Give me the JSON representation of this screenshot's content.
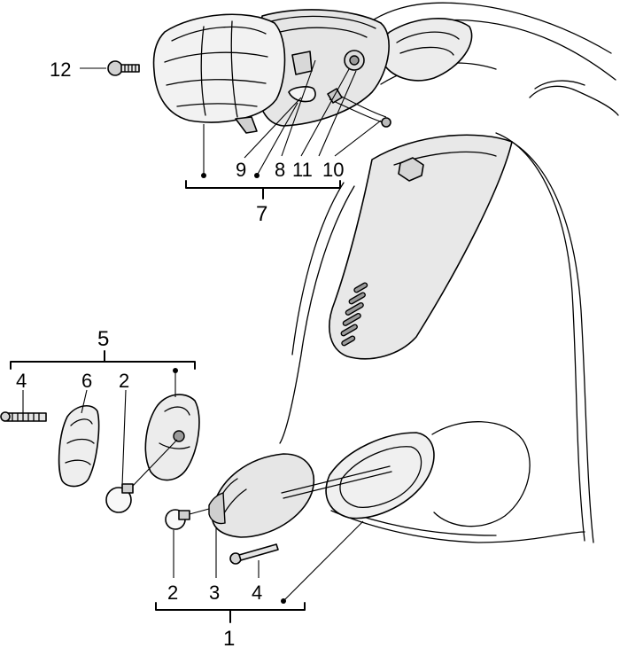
{
  "labels": {
    "l1": "1",
    "l2a": "2",
    "l2b": "2",
    "l3": "3",
    "l4a": "4",
    "l4b": "4",
    "l5": "5",
    "l6": "6",
    "l7": "7",
    "l8": "8",
    "l9": "9",
    "l10": "10",
    "l11": "11",
    "l12": "12"
  }
}
